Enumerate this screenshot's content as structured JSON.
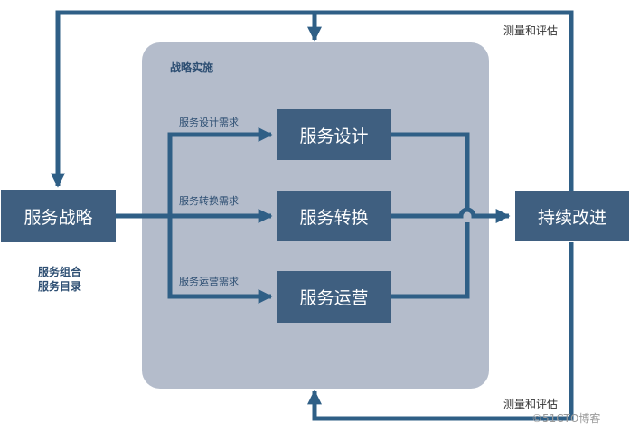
{
  "panel": {
    "title": "战略实施"
  },
  "boxes": {
    "strategy": "服务战略",
    "design": "服务设计",
    "transition": "服务转换",
    "operation": "服务运营",
    "improvement": "持续改进"
  },
  "requirements": {
    "design": "服务设计需求",
    "transition": "服务转换需求",
    "operation": "服务运营需求"
  },
  "strategy_notes": [
    "服务组合",
    "服务目录"
  ],
  "feedback": {
    "top": "测量和评估",
    "bottom": "测量和评估"
  },
  "watermark": "©51CTO博客",
  "colors": {
    "box": "#3f5f80",
    "arrow": "#2f5f86",
    "panel": "#b4bccb",
    "label_text": "#2e4f73"
  }
}
